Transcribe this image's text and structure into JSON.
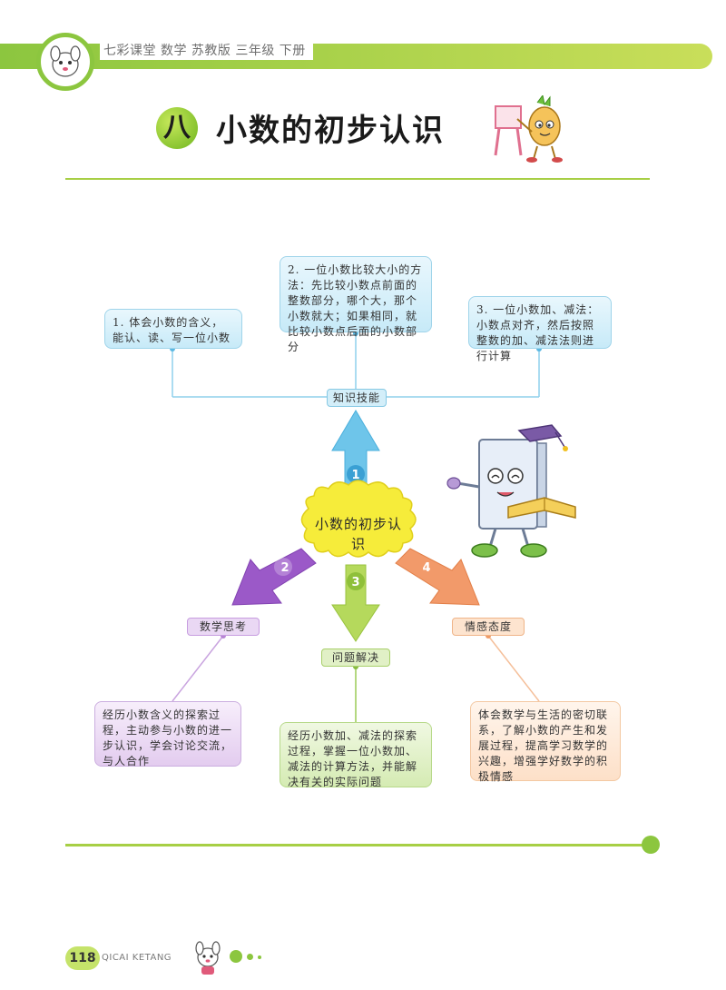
{
  "header": {
    "series_text": "七彩课堂   数学  苏教版  三年级  下册"
  },
  "title": {
    "chapter_numeral": "八",
    "text": "小数的初步认识"
  },
  "diagram": {
    "center": "小数的初步认识",
    "branches": [
      {
        "number": "1",
        "label": "知识技能",
        "color": "#7cc8ea",
        "items": [
          "1. 体会小数的含义，能认、读、写一位小数",
          "2. 一位小数比较大小的方法：先比较小数点前面的整数部分，哪个大，那个小数就大；如果相同，就比较小数点后面的小数部分",
          "3. 一位小数加、减法：小数点对齐，然后按照整数的加、减法法则进行计算"
        ]
      },
      {
        "number": "2",
        "label": "数学思考",
        "color": "#9b59c8",
        "items": [
          "经历小数含义的探索过程，主动参与小数的进一步认识，学会讨论交流，与人合作"
        ]
      },
      {
        "number": "3",
        "label": "问题解决",
        "color": "#a6cf4a",
        "items": [
          "经历小数加、减法的探索过程，掌握一位小数加、减法的计算方法，并能解决有关的实际问题"
        ]
      },
      {
        "number": "4",
        "label": "情感态度",
        "color": "#f08d5c",
        "items": [
          "体会数学与生活的密切联系，了解小数的产生和发展过程，提高学习数学的兴趣，增强学好数学的积极情感"
        ]
      }
    ]
  },
  "footer": {
    "page_number": "118",
    "brand": "QICAI KETANG"
  }
}
